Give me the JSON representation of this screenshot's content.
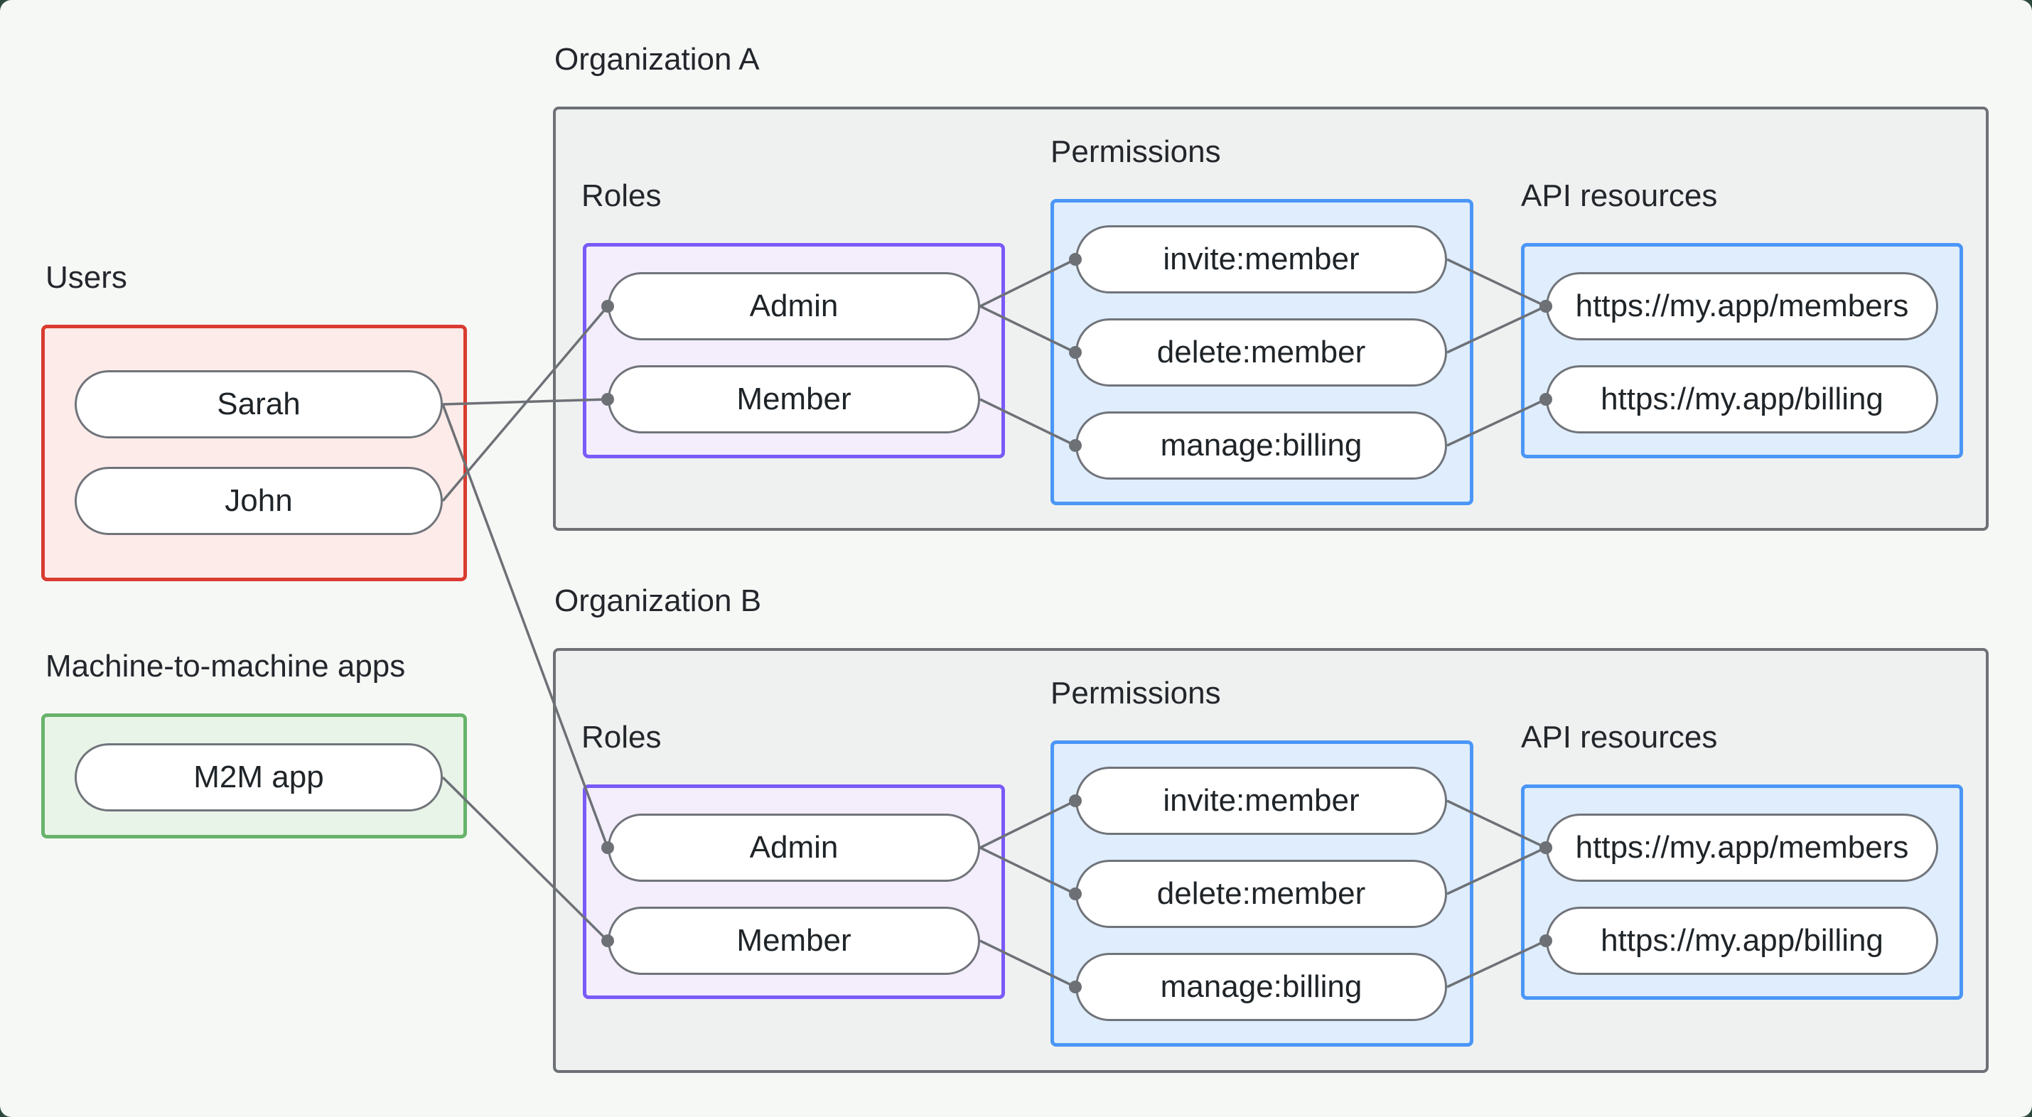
{
  "labels": {
    "users": "Users",
    "m2m_apps": "Machine-to-machine apps",
    "org_a": "Organization A",
    "org_b": "Organization B",
    "roles": "Roles",
    "permissions": "Permissions",
    "api_resources": "API resources"
  },
  "nodes": {
    "sarah": {
      "label": "Sarah"
    },
    "john": {
      "label": "John"
    },
    "m2m_app": {
      "label": "M2M app"
    },
    "admin_a": {
      "label": "Admin"
    },
    "member_a": {
      "label": "Member"
    },
    "invite_a": {
      "label": "invite:member"
    },
    "delete_a": {
      "label": "delete:member"
    },
    "manage_a": {
      "label": "manage:billing"
    },
    "members_a": {
      "label": "https://my.app/members"
    },
    "billing_a": {
      "label": "https://my.app/billing"
    },
    "admin_b": {
      "label": "Admin"
    },
    "member_b": {
      "label": "Member"
    },
    "invite_b": {
      "label": "invite:member"
    },
    "delete_b": {
      "label": "delete:member"
    },
    "manage_b": {
      "label": "manage:billing"
    },
    "members_b": {
      "label": "https://my.app/members"
    },
    "billing_b": {
      "label": "https://my.app/billing"
    }
  },
  "edges": [
    {
      "from": "sarah",
      "to": "member_a"
    },
    {
      "from": "john",
      "to": "admin_a"
    },
    {
      "from": "sarah",
      "to": "admin_b"
    },
    {
      "from": "m2m_app",
      "to": "member_b"
    },
    {
      "from": "admin_a",
      "to": "invite_a"
    },
    {
      "from": "admin_a",
      "to": "delete_a"
    },
    {
      "from": "member_a",
      "to": "manage_a"
    },
    {
      "from": "invite_a",
      "to": "members_a"
    },
    {
      "from": "delete_a",
      "to": "members_a"
    },
    {
      "from": "manage_a",
      "to": "billing_a"
    },
    {
      "from": "admin_b",
      "to": "invite_b"
    },
    {
      "from": "admin_b",
      "to": "delete_b"
    },
    {
      "from": "member_b",
      "to": "manage_b"
    },
    {
      "from": "invite_b",
      "to": "members_b"
    },
    {
      "from": "delete_b",
      "to": "members_b"
    },
    {
      "from": "manage_b",
      "to": "billing_b"
    }
  ],
  "colors": {
    "page_bg": "#f6f8f6",
    "frame_bg": "#2c4a3b",
    "org_fill": "#eff1f0",
    "org_border": "#6d7176",
    "users_border": "#d93b30",
    "users_fill": "#fcebe9",
    "m2m_border": "#68b36b",
    "m2m_fill": "#e9f4e8",
    "roles_border": "#7a5af8",
    "roles_fill": "#f3edfc",
    "blue_border": "#4b96f7",
    "blue_fill": "#dfedfc",
    "node_border": "#70747a",
    "connector": "#6d7176",
    "text": "#23272c"
  }
}
